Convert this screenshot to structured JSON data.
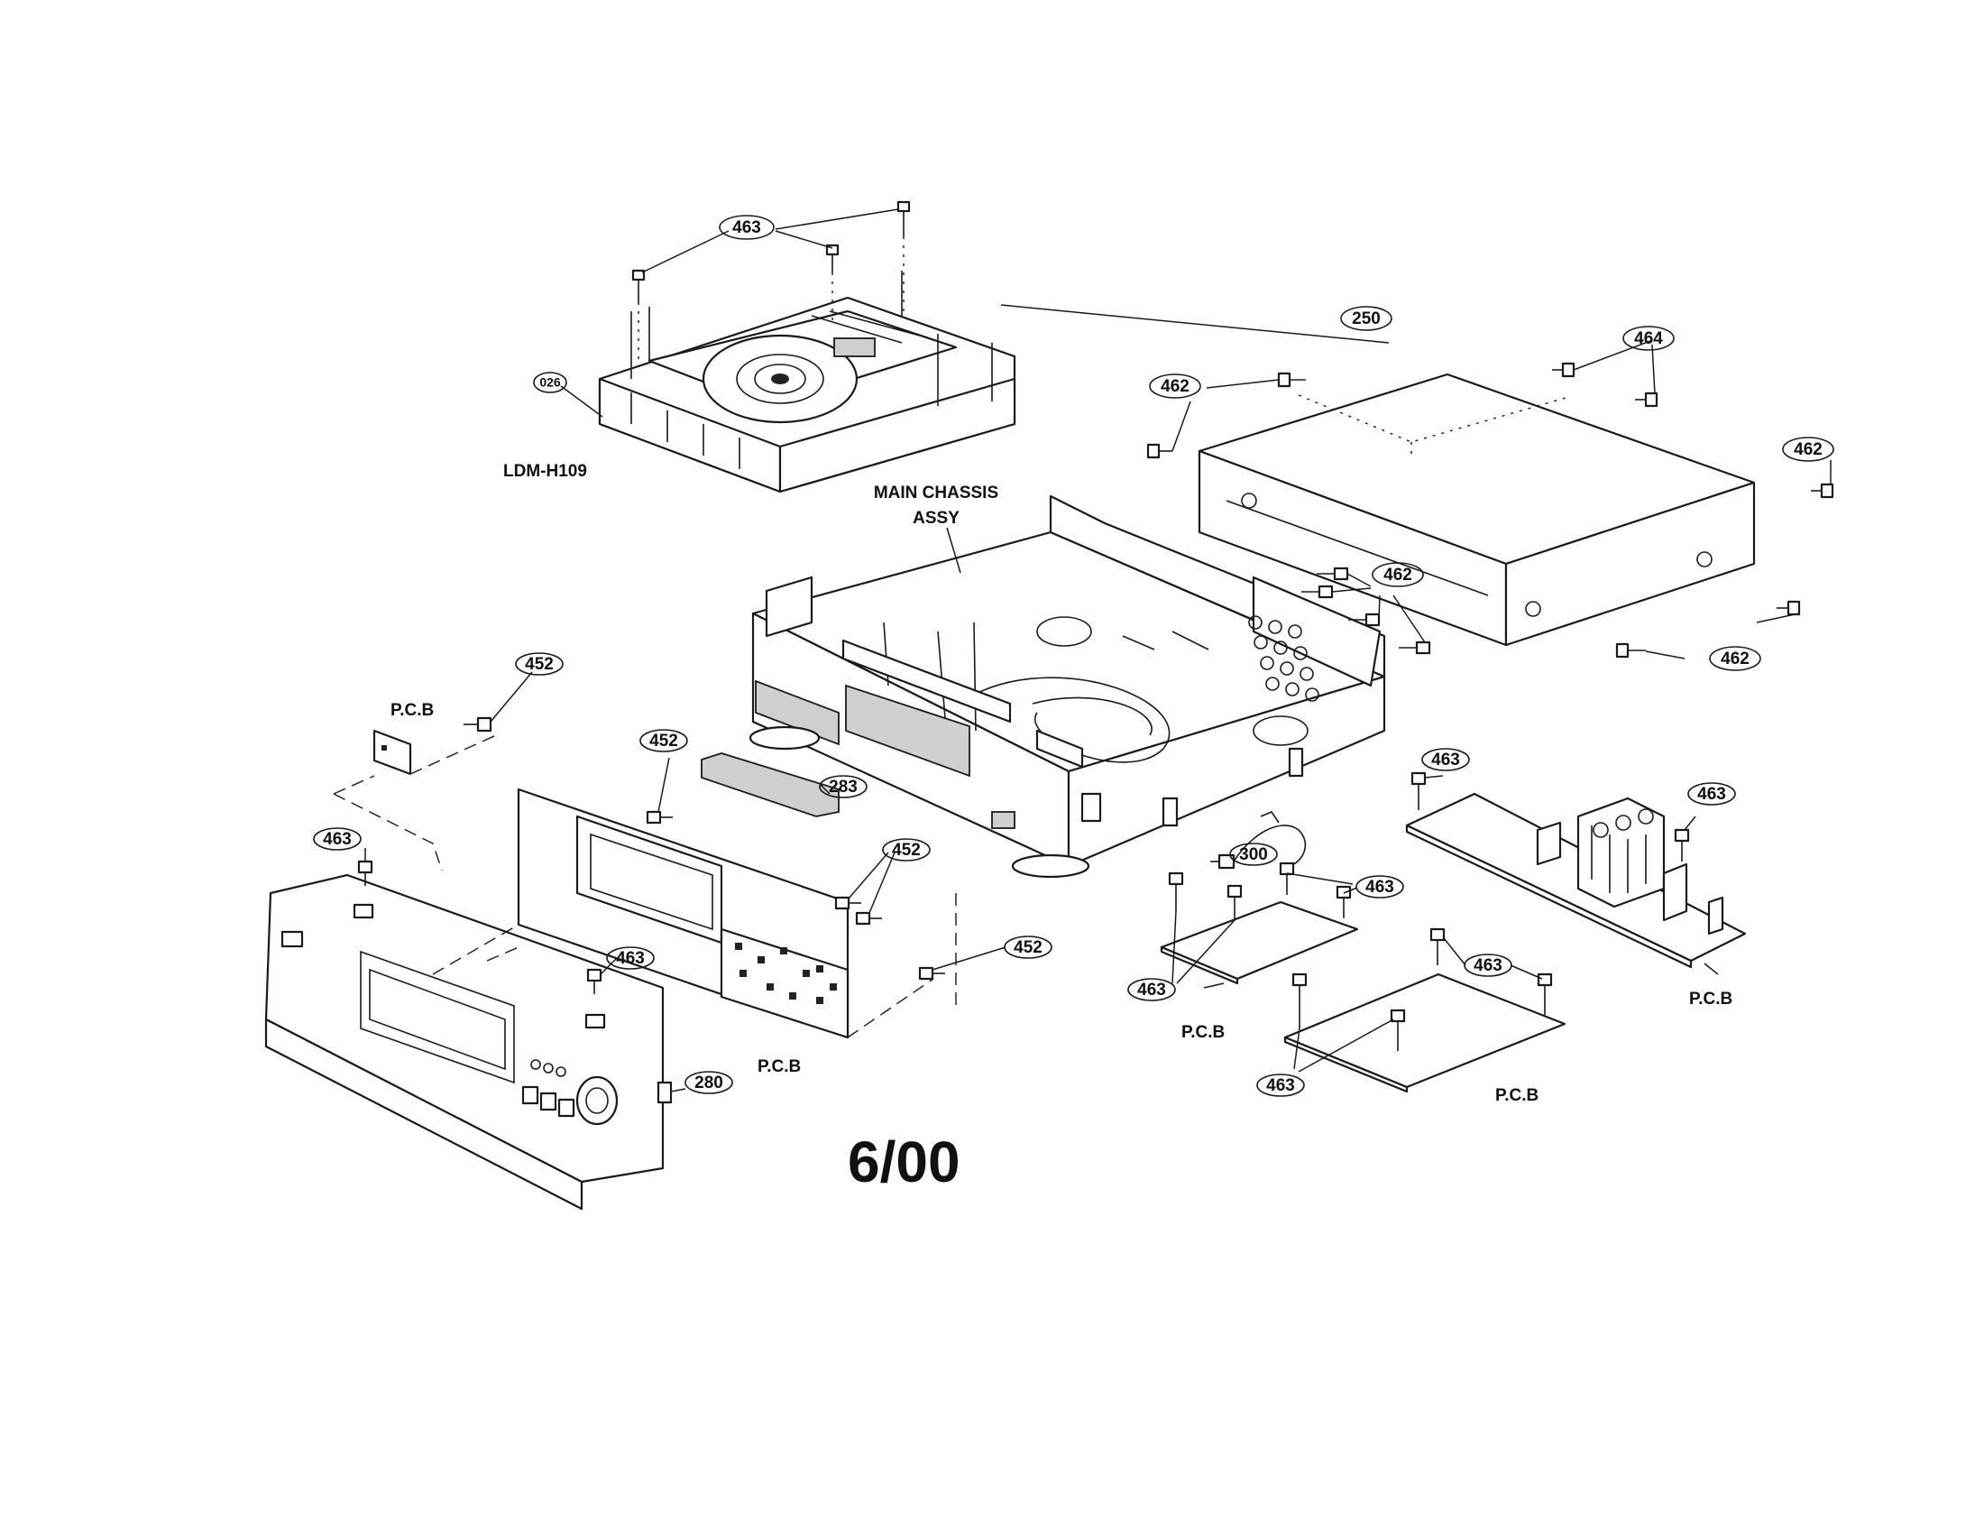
{
  "callouts": {
    "c463a": "463",
    "c026": "026",
    "c250": "250",
    "c464": "464",
    "c462a": "462",
    "c462b": "462",
    "c462c": "462",
    "c462d": "462",
    "c452a": "452",
    "c452b": "452",
    "c283": "283",
    "c452c": "452",
    "c452d": "452",
    "c463b": "463",
    "c463c": "463",
    "c280": "280",
    "c300": "300",
    "c463d": "463",
    "c463e": "463",
    "c463f": "463",
    "c463g": "463",
    "c463h": "463",
    "c463i": "463"
  },
  "labels": {
    "ldm": "LDM-H109",
    "chassis_line1": "MAIN CHASSIS",
    "chassis_line2": "ASSY",
    "pcb_front_small": "P.C.B",
    "pcb_front": "P.C.B",
    "pcb_power": "P.C.B",
    "pcb_bottom": "P.C.B",
    "pcb_rear": "P.C.B"
  },
  "date_code": "6/00"
}
